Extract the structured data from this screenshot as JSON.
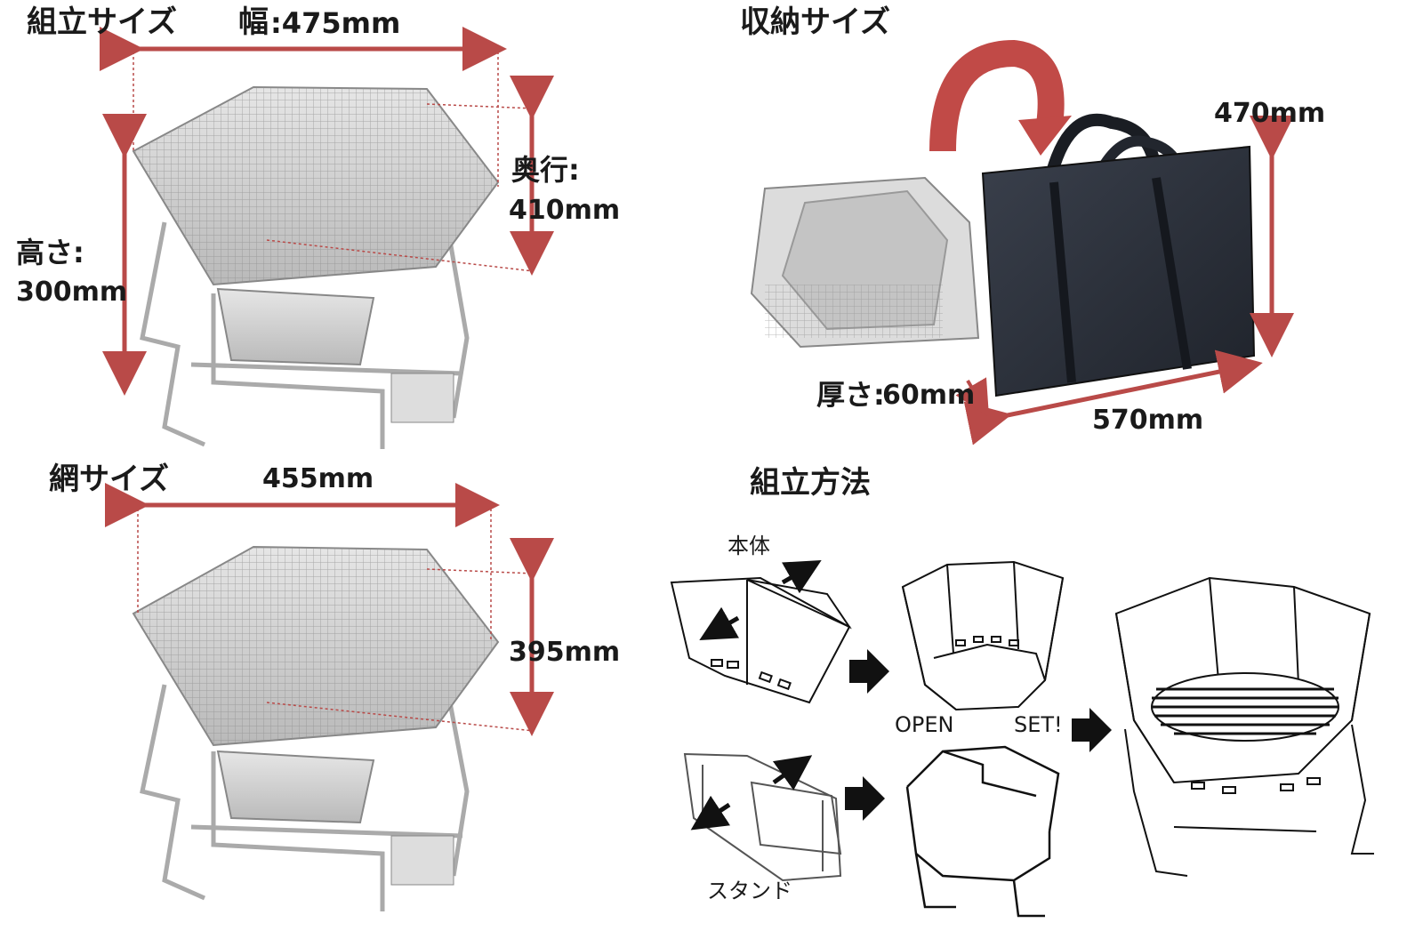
{
  "assembled": {
    "title": "組立サイズ",
    "width_label": "幅",
    "width_value": ":475mm",
    "depth_label": "奥行:",
    "depth_value": "410mm",
    "height_label": "高さ:",
    "height_value": "300mm"
  },
  "storage": {
    "title": "収納サイズ",
    "height_value": "470mm",
    "thickness_label": "厚さ:",
    "thickness_value": "60mm",
    "width_value": "570mm"
  },
  "net": {
    "title": "網サイズ",
    "width_value": "455mm",
    "depth_value": "395mm"
  },
  "assembly": {
    "title": "組立方法",
    "body_label": "本体",
    "stand_label": "スタンド",
    "open_label": "OPEN",
    "set_label": "SET!"
  },
  "colors": {
    "dimension_red": "#b94a48",
    "bag_navy": "#2a2f3a",
    "steel": "#c9c9c9"
  }
}
